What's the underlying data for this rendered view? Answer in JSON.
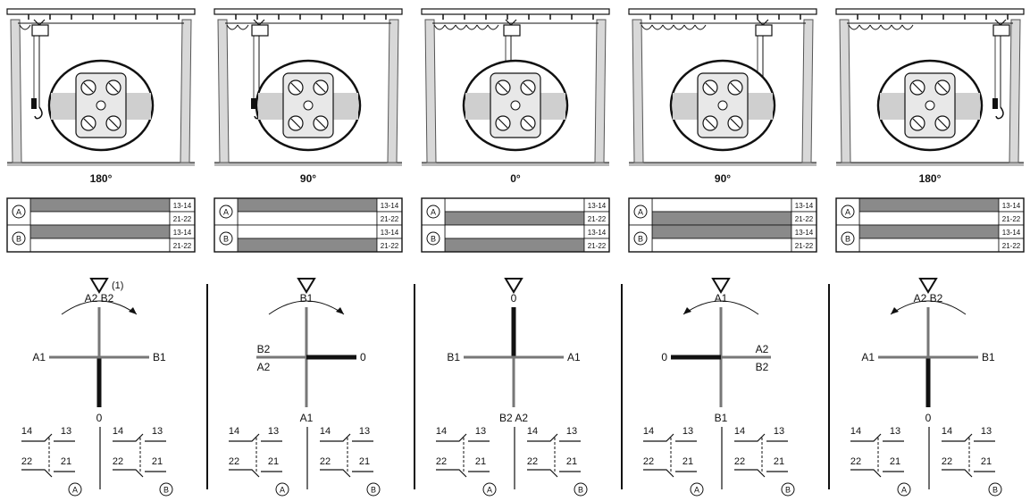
{
  "positions": [
    {
      "angle": "180°",
      "rows": [
        {
          "contact": "13-14",
          "shade": true
        },
        {
          "contact": "21-22",
          "shade": false
        },
        {
          "contact": "13-14",
          "shade": true
        },
        {
          "contact": "21-22",
          "shade": false
        }
      ],
      "note": "(1)",
      "rotation": "cw",
      "cross": {
        "top": "A2  B2",
        "left": "A1",
        "right": "B1",
        "bottom": "0",
        "left2": "",
        "right2": "",
        "bottom2": ""
      },
      "thick": "bottom"
    },
    {
      "angle": "90°",
      "rows": [
        {
          "contact": "13-14",
          "shade": true
        },
        {
          "contact": "21-22",
          "shade": false
        },
        {
          "contact": "13-14",
          "shade": false
        },
        {
          "contact": "21-22",
          "shade": true
        }
      ],
      "note": "",
      "rotation": "cw",
      "cross": {
        "top": "B1",
        "left": "B2",
        "left2": "A2",
        "right": "0",
        "right2": "",
        "bottom": "A1",
        "bottom2": ""
      },
      "thick": "right"
    },
    {
      "angle": "0°",
      "rows": [
        {
          "contact": "13-14",
          "shade": false
        },
        {
          "contact": "21-22",
          "shade": true
        },
        {
          "contact": "13-14",
          "shade": false
        },
        {
          "contact": "21-22",
          "shade": true
        }
      ],
      "note": "",
      "rotation": "none",
      "cross": {
        "top": "0",
        "left": "B1",
        "right": "A1",
        "bottom": "B2  A2",
        "left2": "",
        "right2": "",
        "bottom2": ""
      },
      "thick": "top"
    },
    {
      "angle": "90°",
      "rows": [
        {
          "contact": "13-14",
          "shade": false
        },
        {
          "contact": "21-22",
          "shade": true
        },
        {
          "contact": "13-14",
          "shade": true
        },
        {
          "contact": "21-22",
          "shade": false
        }
      ],
      "note": "",
      "rotation": "ccw",
      "cross": {
        "top": "A1",
        "left": "0",
        "left2": "",
        "right": "A2",
        "right2": "B2",
        "bottom": "B1",
        "bottom2": ""
      },
      "thick": "left"
    },
    {
      "angle": "180°",
      "rows": [
        {
          "contact": "13-14",
          "shade": true
        },
        {
          "contact": "21-22",
          "shade": false
        },
        {
          "contact": "13-14",
          "shade": true
        },
        {
          "contact": "21-22",
          "shade": false
        }
      ],
      "note": "",
      "rotation": "ccw",
      "cross": {
        "top": "A2  B2",
        "left": "A1",
        "right": "B1",
        "bottom": "0",
        "left2": "",
        "right2": "",
        "bottom2": ""
      },
      "thick": "bottom"
    }
  ],
  "switch_labels": {
    "a": "A",
    "b": "B",
    "t14": "14",
    "t13": "13",
    "t22": "22",
    "t21": "21"
  },
  "colors": {
    "shade": "#8a8a8a",
    "line": "#111111",
    "frame": "#555555",
    "floor": "#bbbbbb"
  }
}
